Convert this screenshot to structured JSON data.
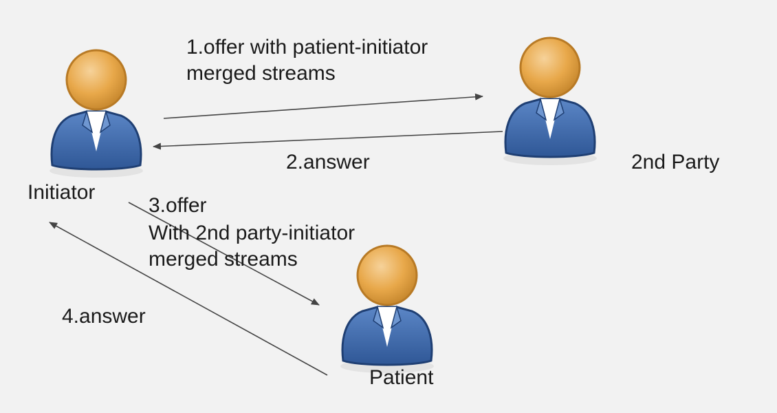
{
  "actors": {
    "initiator": "Initiator",
    "second_party": "2nd Party",
    "patient": "Patient"
  },
  "messages": {
    "m1": {
      "line1": "1.offer with patient-initiator",
      "line2": "merged streams"
    },
    "m2": "2.answer",
    "m3": {
      "line1": "3.offer",
      "line2": "With 2nd party-initiator",
      "line3": "merged streams"
    },
    "m4": "4.answer"
  },
  "colors": {
    "background": "#f2f2f2",
    "head": "#e8a84a",
    "head_outline": "#b87a25",
    "body": "#3a66a8",
    "body_outline": "#1f3f73",
    "shirt": "#ffffff",
    "arrow": "#444444"
  },
  "icons": [
    "person-icon"
  ]
}
